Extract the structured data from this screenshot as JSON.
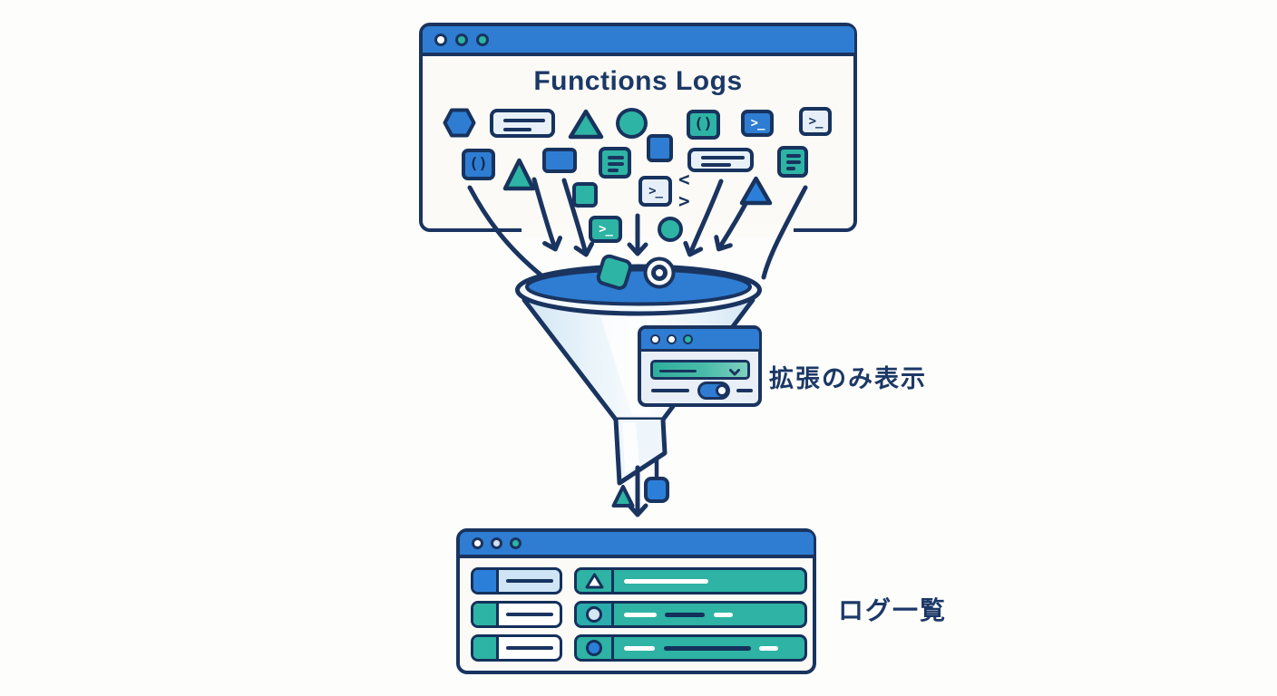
{
  "diagram": {
    "background": "#fdfdfb",
    "palette": {
      "navy": "#1a3460",
      "blue": "#2e7dd2",
      "teal": "#2eb4a4",
      "light": "#e6eff7",
      "window_bg": "#fbfaf6"
    },
    "top_window": {
      "title": "Functions Logs",
      "traffic_lights": [
        "white",
        "teal",
        "teal"
      ],
      "scatter_icons": [
        "hexagon",
        "log-card",
        "triangle",
        "circle",
        "code-parens",
        "terminal-blue",
        "terminal-light",
        "code-parens-blue",
        "triangle-teal",
        "rounded-rect-blue",
        "list-teal",
        "square-blue",
        "log-card",
        "list-teal",
        "square-teal",
        "terminal-light",
        "angle-brackets",
        "triangle-blue",
        "terminal-teal",
        "circle-teal"
      ]
    },
    "glyphs": {
      "terminal": ">_",
      "parens": "()",
      "angle_brackets": "< >"
    },
    "funnel": {
      "annotation": "拡張のみ表示",
      "popup_traffic_lights": [
        "white",
        "white",
        "teal"
      ],
      "dropdown": "teal-select-with-chevron",
      "toggle_state": "on",
      "items_on_rim": [
        "tilted-teal-square",
        "white-ring"
      ]
    },
    "flow": {
      "arrow_count": 7,
      "falling_items": [
        "teal-triangle",
        "blue-square"
      ],
      "output_arrow": "down"
    },
    "output_window": {
      "annotation": "ログ一覧",
      "traffic_lights": [
        "white",
        "light-blue",
        "teal"
      ],
      "row_count": 3,
      "rows": [
        {
          "left_accent": "blue",
          "left_fill": "light-blue",
          "right_icon": "triangle-white"
        },
        {
          "left_accent": "teal",
          "left_fill": "white",
          "right_icon": "circle-light"
        },
        {
          "left_accent": "teal",
          "left_fill": "white",
          "right_icon": "circle-blue"
        }
      ]
    }
  }
}
